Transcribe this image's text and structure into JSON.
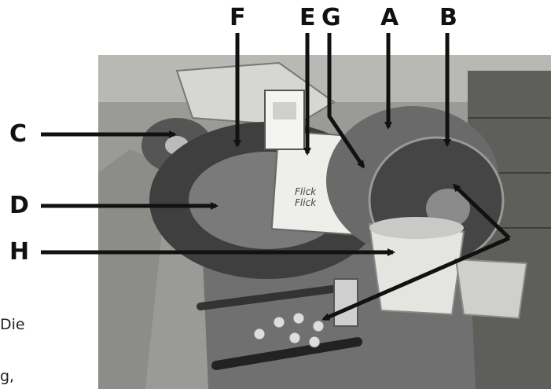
{
  "labels": {
    "top": [
      "F",
      "E",
      "G",
      "A",
      "B"
    ],
    "left": [
      "C",
      "D",
      "H"
    ]
  },
  "side_text": [
    "Die",
    "g,"
  ],
  "package_text": [
    "Flick",
    "Flick"
  ]
}
